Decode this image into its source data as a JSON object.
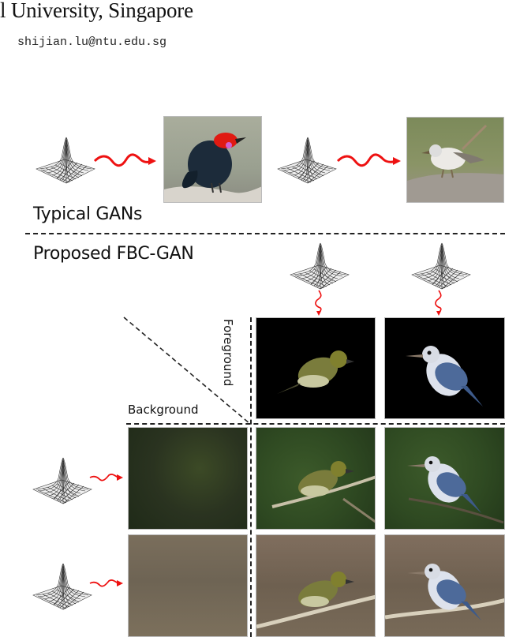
{
  "header": {
    "affiliation": "l University, Singapore",
    "email": "shijian.lu@ntu.edu.sg"
  },
  "figure": {
    "typical_section": {
      "label": "Typical GANs",
      "pairs": [
        {
          "noise_icon": "gaussian-surface-icon",
          "arrow": "wavy-red-arrow",
          "image": "red-headed dark blue bird on branch"
        },
        {
          "noise_icon": "gaussian-surface-icon",
          "arrow": "wavy-red-arrow",
          "image": "grey-white bird on rock"
        }
      ]
    },
    "proposed_section": {
      "label": "Proposed FBC-GAN",
      "foreground_axis_label": "Foreground",
      "background_axis_label": "Background",
      "foregrounds": [
        {
          "image": "olive-green finch on black background"
        },
        {
          "image": "blue-white bird on black background"
        }
      ],
      "backgrounds": [
        {
          "image": "dark green foliage background"
        },
        {
          "image": "brown blurred background"
        }
      ],
      "composites": [
        [
          "olive finch on branch, green foliage",
          "blue-white bird on branch, green foliage"
        ],
        [
          "olive finch on branch, brown background",
          "blue-white bird on branch, brown background"
        ]
      ]
    },
    "colors": {
      "arrow": "#ee1111",
      "dash": "#222222"
    }
  }
}
